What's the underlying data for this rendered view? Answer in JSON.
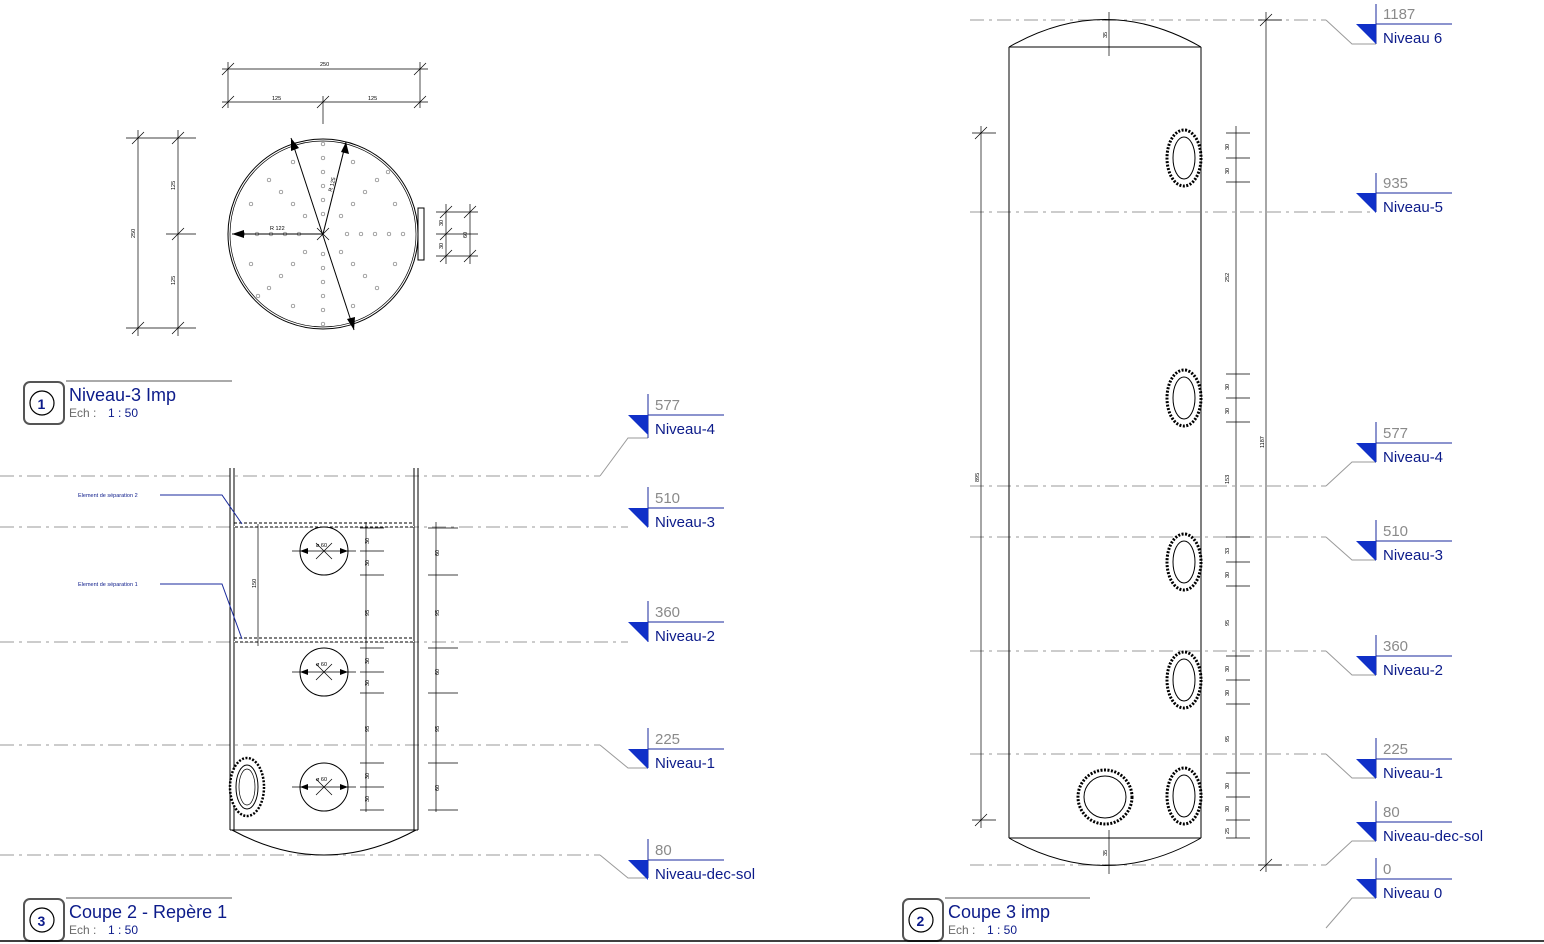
{
  "views": [
    {
      "number": "1",
      "title": "Niveau-3 Imp",
      "scale_label": "Ech :",
      "scale": "1 : 50"
    },
    {
      "number": "3",
      "title": "Coupe 2 - Repère 1",
      "scale_label": "Ech :",
      "scale": "1 : 50"
    },
    {
      "number": "2",
      "title": "Coupe 3 imp",
      "scale_label": "Ech :",
      "scale": "1 : 50"
    }
  ],
  "section_left_levels": [
    {
      "elevation": "577",
      "name": "Niveau-4"
    },
    {
      "elevation": "510",
      "name": "Niveau-3"
    },
    {
      "elevation": "360",
      "name": "Niveau-2"
    },
    {
      "elevation": "225",
      "name": "Niveau-1"
    },
    {
      "elevation": "80",
      "name": "Niveau-dec-sol"
    }
  ],
  "section_right_levels": [
    {
      "elevation": "1187",
      "name": "Niveau 6"
    },
    {
      "elevation": "935",
      "name": "Niveau-5"
    },
    {
      "elevation": "577",
      "name": "Niveau-4"
    },
    {
      "elevation": "510",
      "name": "Niveau-3"
    },
    {
      "elevation": "360",
      "name": "Niveau-2"
    },
    {
      "elevation": "225",
      "name": "Niveau-1"
    },
    {
      "elevation": "80",
      "name": "Niveau-dec-sol"
    },
    {
      "elevation": "0",
      "name": "Niveau 0"
    }
  ],
  "plan_dimensions": {
    "overall_width": "250",
    "half_left": "125",
    "half_right": "125",
    "overall_height": "250",
    "upper_half": "125",
    "lower_half": "125",
    "radius_main": "R 122",
    "radius_diag": "R 125",
    "flange_total": "60",
    "flange_upper": "30",
    "flange_lower": "30"
  },
  "section_left_annotations": {
    "separation_2": "Element de séparation 2",
    "separation_1": "Element de séparation 1",
    "hole_diameter": "ø 60",
    "dims": [
      "30",
      "30",
      "95",
      "30",
      "30",
      "95",
      "30",
      "30",
      "150",
      "60",
      "95",
      "60",
      "95",
      "60"
    ]
  },
  "section_right_annotations": {
    "overall_height": "1187",
    "shell_height": "895",
    "top_cap": "35",
    "bottom_cap": "35",
    "dims": [
      "30",
      "30",
      "252",
      "30",
      "30",
      "153",
      "33",
      "30",
      "95",
      "30",
      "30",
      "95",
      "30",
      "30",
      "25"
    ]
  }
}
